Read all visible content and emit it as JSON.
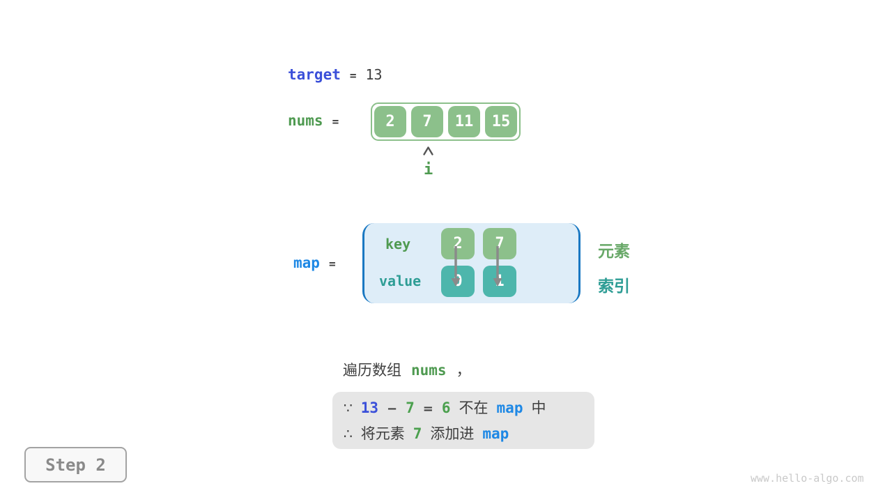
{
  "palette": {
    "green_box": "#8cc08b",
    "teal_box": "#4db6ac",
    "green_text": "#4f9a51",
    "teal_text": "#2e9d95",
    "indigo_text": "#3b50d9",
    "azure_text": "#1e88e5",
    "bracket_blue": "#1a78c2",
    "map_fill": "#deedf8",
    "note_fill": "#e6e6e6",
    "dark_text": "#3f3f3f",
    "arrow_gray": "#8a8a8a"
  },
  "target_line": {
    "label": "target",
    "equals": "=",
    "value": "13"
  },
  "nums_line": {
    "label": "nums",
    "equals": "="
  },
  "nums_array": {
    "values": [
      "2",
      "7",
      "11",
      "15"
    ]
  },
  "pointer": {
    "label": "i"
  },
  "map_line": {
    "label": "map",
    "equals": "="
  },
  "map_table": {
    "key_label": "key",
    "value_label": "value",
    "keys": [
      "2",
      "7"
    ],
    "values": [
      "0",
      "1"
    ]
  },
  "legend": {
    "element_label": "元素",
    "index_label": "索引"
  },
  "caption": {
    "prefix": "遍历数组",
    "code": "nums",
    "comma": "，"
  },
  "note": {
    "line1": {
      "because": "∵",
      "minuend": "13",
      "minus": "−",
      "subtrahend": "7",
      "equals": "=",
      "difference": "6",
      "not_in": "不在",
      "map_code": "map",
      "suffix": "中"
    },
    "line2": {
      "therefore": "∴",
      "prefix": "将元素",
      "element": "7",
      "middle": "添加进",
      "map_code": "map"
    }
  },
  "step_badge": {
    "label": "Step 2"
  },
  "watermark": {
    "text": "www.hello-algo.com"
  }
}
